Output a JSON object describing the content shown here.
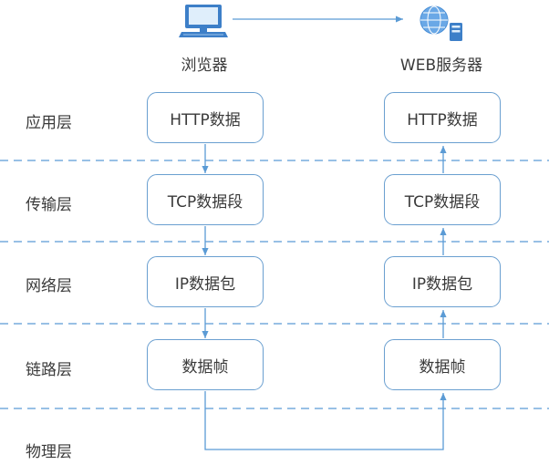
{
  "nodes": {
    "browser": {
      "label": "浏览器",
      "icon": "computer-icon"
    },
    "server": {
      "label": "WEB服务器",
      "icon": "web-server-icon"
    }
  },
  "layers": [
    {
      "label": "应用层",
      "left": "HTTP数据",
      "right": "HTTP数据"
    },
    {
      "label": "传输层",
      "left": "TCP数据段",
      "right": "TCP数据段"
    },
    {
      "label": "网络层",
      "left": "IP数据包",
      "right": "IP数据包"
    },
    {
      "label": "链路层",
      "left": "数据帧",
      "right": "数据帧"
    },
    {
      "label": "物理层"
    }
  ],
  "colors": {
    "line": "#5b9bd5",
    "box_border": "#6a9fd0",
    "icon_blue": "#4a8fd6",
    "text": "#3a3a3a"
  }
}
